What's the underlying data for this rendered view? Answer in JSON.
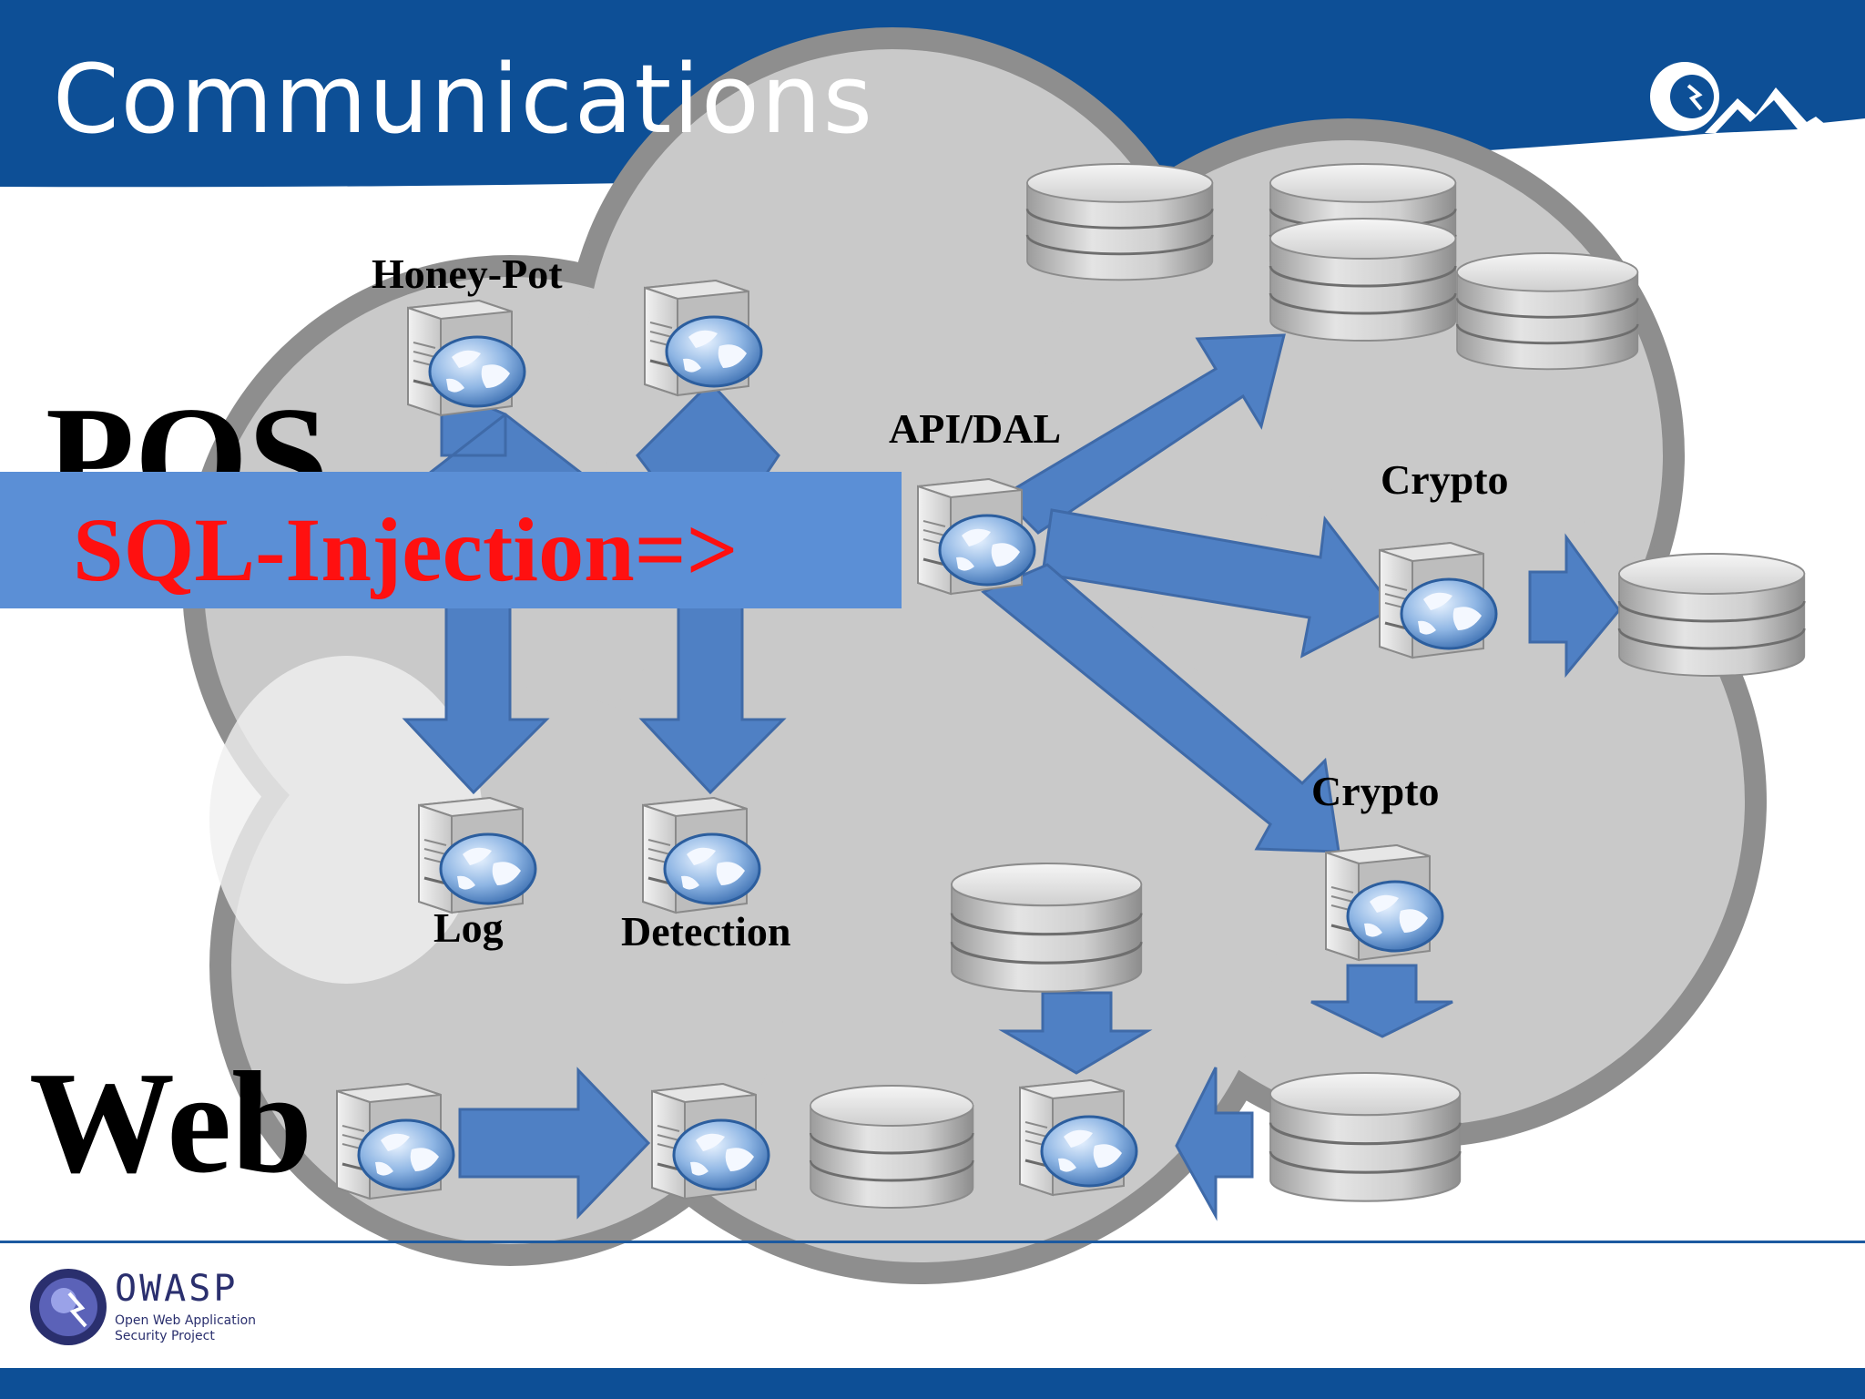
{
  "slide": {
    "title": "Communications"
  },
  "labels": {
    "honeypot": "Honey-Pot",
    "api_dal": "API/DAL",
    "crypto_1": "Crypto",
    "crypto_2": "Crypto",
    "log": "Log",
    "detection": "Detection",
    "pos": "POS",
    "web": "Web"
  },
  "banner": {
    "text": "SQL-Injection=>"
  },
  "footer": {
    "logo_name": "OWASP",
    "logo_subtitle": "Open Web Application Security Project"
  },
  "icons": {
    "server": "server-globe-icon",
    "database": "database-icon",
    "arrow": "block-arrow",
    "cloud": "cloud-background",
    "corner_logo": "mountain-logo-icon",
    "footer_logo": "owasp-logo-icon"
  },
  "colors": {
    "header_blue": "#0d4f96",
    "arrow_blue": "#4f80c4",
    "banner_blue": "#5b8fd6",
    "banner_text_red": "#ff1010",
    "cloud_gray": "#c9c9c9"
  }
}
